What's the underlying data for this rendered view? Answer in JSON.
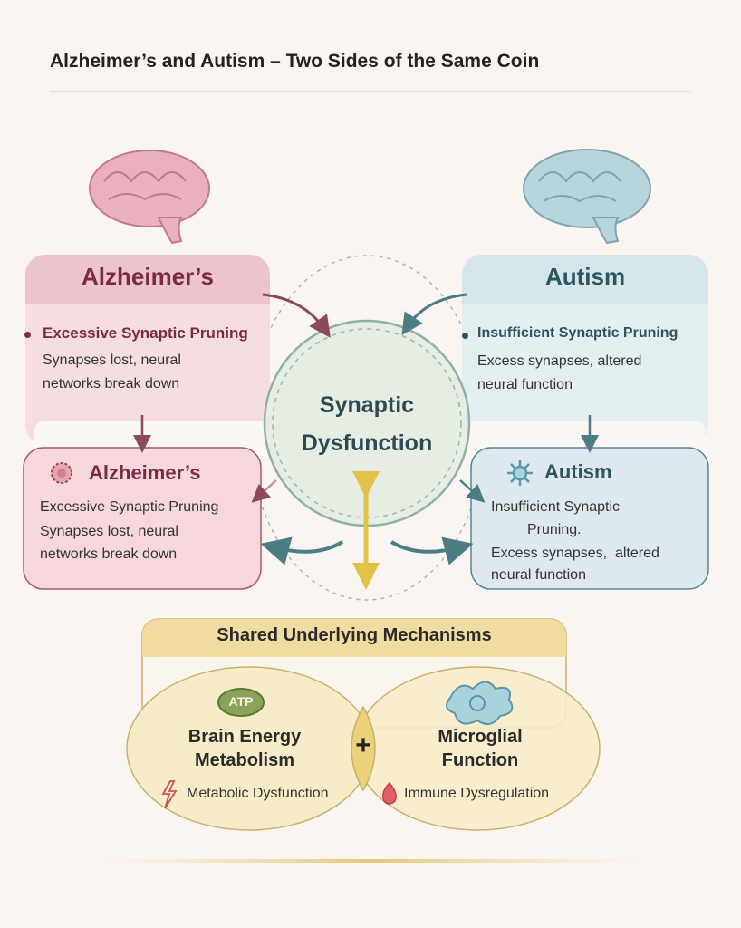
{
  "title": "Alzheimer’s and Autism – Two Sides of the Same Coin",
  "alzheimers_top": {
    "heading": "Alzheimer’s",
    "point": "Excessive Synaptic Pruning",
    "line1": "Synapses lost, neural",
    "line2": "networks break down"
  },
  "autism_top": {
    "heading": "Autism",
    "point": "Insufficient Synaptic Pruning",
    "line1": "Excess synapses, altered",
    "line2": "neural function"
  },
  "center": {
    "line1": "Synaptic",
    "line2": "Dysfunction"
  },
  "alzheimers_bottom": {
    "heading": "Alzheimer’s",
    "point": "Excessive Synaptic Pruning",
    "line1": "Synapses lost, neural",
    "line2": "networks break down"
  },
  "autism_bottom": {
    "heading": "Autism",
    "point1": "Insufficient Synaptic",
    "point2": "Pruning.",
    "line1": "Excess synapses,  altered",
    "line2": "neural function"
  },
  "shared": {
    "heading": "Shared Underlying Mechanisms",
    "left": {
      "badge": "ATP",
      "line1": "Brain Energy",
      "line2": "Metabolism",
      "note": "Metabolic Dysfunction"
    },
    "plus": "+",
    "right": {
      "line1": "Microglial",
      "line2": "Function",
      "note": "Immune Dysregulation"
    }
  },
  "colors": {
    "alz": "#7a2a45",
    "aut": "#2d5560",
    "gold": "#e3c24a"
  }
}
